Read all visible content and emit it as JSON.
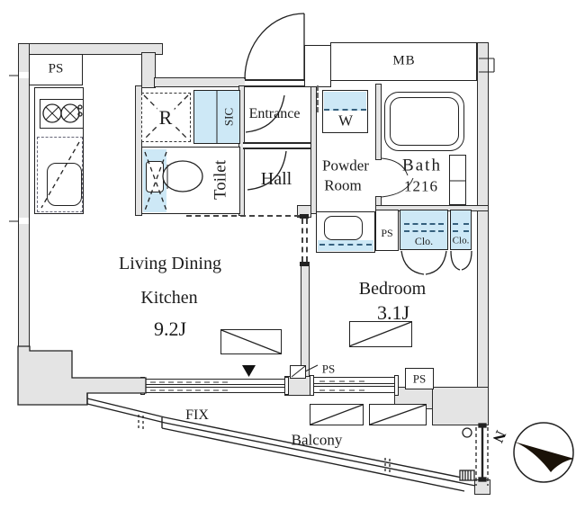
{
  "labels": {
    "ps": "PS",
    "mb": "MB",
    "range": "R",
    "sic": "SIC",
    "entrance": "Entrance",
    "toilet": "Toilet",
    "hall": "Hall",
    "washer": "W",
    "powder_line1": "Powder",
    "powder_line2": "Room",
    "bath": "Bath",
    "bath_size": "1216",
    "closet": "Clo.",
    "ldk_line1": "Living Dining",
    "ldk_line2": "Kitchen",
    "ldk_size": "9.2J",
    "bedroom": "Bedroom",
    "bedroom_size": "3.1J",
    "fix": "FIX",
    "balcony": "Balcony",
    "north": "N"
  },
  "colors": {
    "wall_fill": "#e4e4e4",
    "fixture_blue": "#cde8f6",
    "line": "#222222",
    "north_arrow": "#1a1208"
  }
}
